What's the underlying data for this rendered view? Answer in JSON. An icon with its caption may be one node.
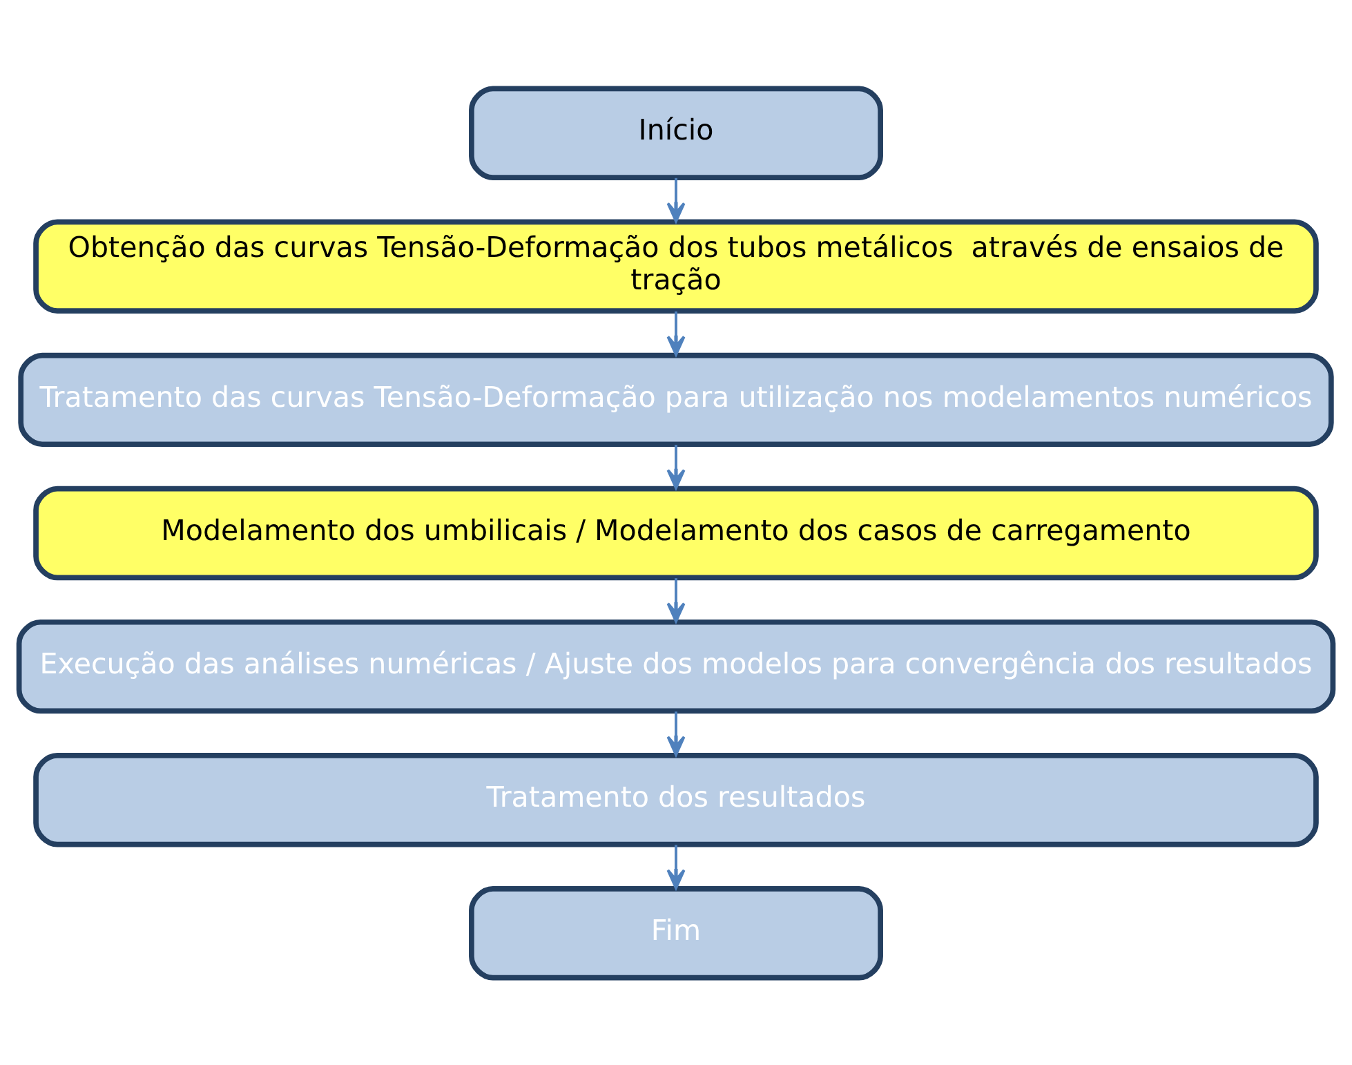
{
  "diagram": {
    "nodes": [
      {
        "text": [
          "Início"
        ]
      },
      {
        "text": [
          "Obtenção das curvas Tensão-Deformação dos tubos metálicos  através de ensaios de tração"
        ]
      },
      {
        "text": [
          "Tratamento das curvas Tensão-Deformação para utilização nos modelamentos numéricos"
        ]
      },
      {
        "text": [
          "Modelamento dos umbilicais / Modelamento dos casos de carregamento"
        ]
      },
      {
        "text": [
          "Execução das análises numéricas / Ajuste dos modelos para convergência dos resultados"
        ]
      },
      {
        "text": [
          "Tratamento dos resultados"
        ]
      },
      {
        "text": [
          "Fim"
        ]
      }
    ],
    "edges": [
      {
        "from": 0,
        "to": 1,
        "arrow": "to"
      },
      {
        "from": 1,
        "to": 2,
        "arrow": "to"
      },
      {
        "from": 2,
        "to": 3,
        "arrow": "to"
      },
      {
        "from": 3,
        "to": 4,
        "arrow": "to"
      },
      {
        "from": 4,
        "to": 5,
        "arrow": "to"
      },
      {
        "from": 5,
        "to": 6,
        "arrow": "to"
      }
    ]
  }
}
